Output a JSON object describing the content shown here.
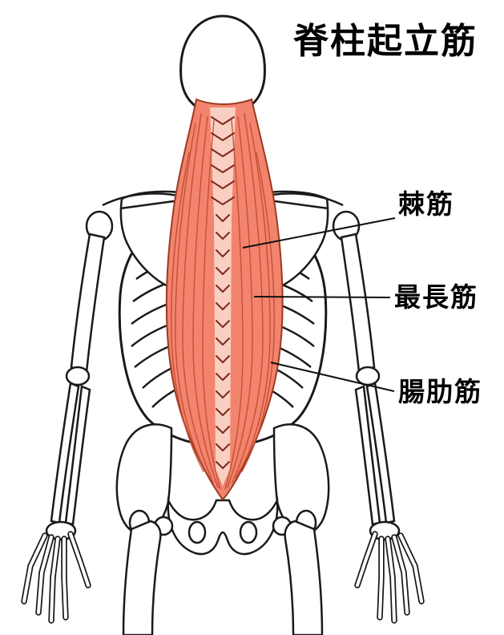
{
  "title": "脊柱起立筋",
  "labels": {
    "spinalis": "棘筋",
    "longissimus": "最長筋",
    "iliocostalis": "腸肋筋"
  },
  "colors": {
    "background": "#ffffff",
    "bone": "#ffffff",
    "outline": "#1a1a1a",
    "muscle": "#F2846E",
    "muscle_light": "#F8CFC2",
    "muscle_outline": "#9C3A22",
    "muscle_striation": "#C2492E",
    "chevron": "#7E2A16",
    "leader_line": "#111111",
    "label_text": "#000000"
  }
}
